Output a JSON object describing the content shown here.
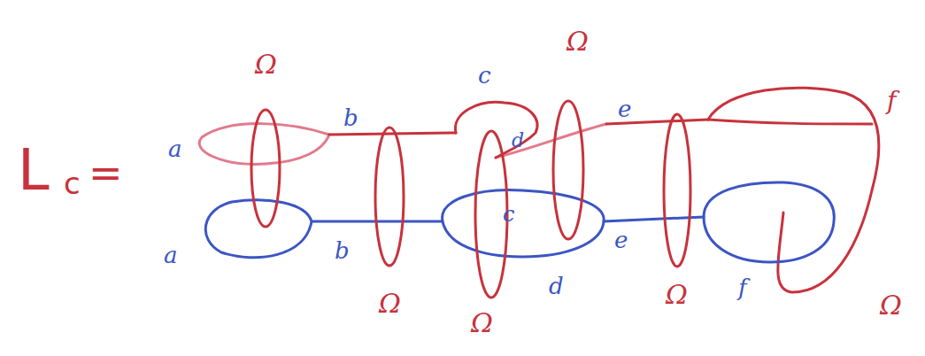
{
  "diagram": {
    "labels": [
      "L",
      "c",
      "=",
      "Ω",
      "Ω",
      "Ω",
      "Ω",
      "Ω",
      "Ω",
      "a",
      "b",
      "c",
      "d",
      "e",
      "f",
      "a",
      "b",
      "c",
      "e",
      "d",
      "f"
    ]
  }
}
